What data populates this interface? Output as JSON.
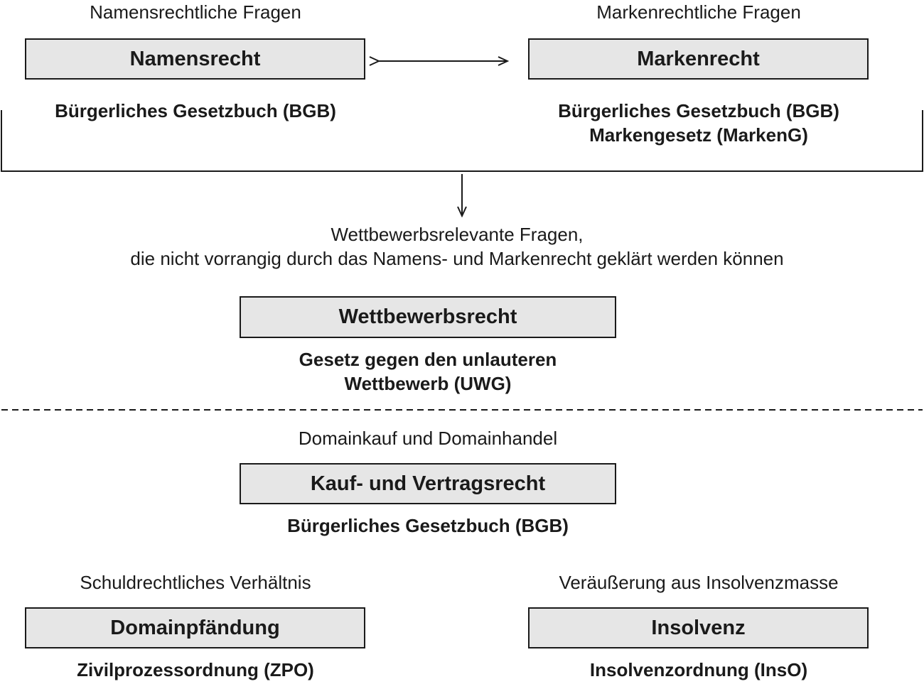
{
  "top": {
    "left": {
      "caption": "Namensrechtliche Fragen",
      "box": "Namensrecht",
      "law_lines": [
        "Bürgerliches Gesetzbuch (BGB)"
      ]
    },
    "right": {
      "caption": "Markenrechtliche Fragen",
      "box": "Markenrecht",
      "law_lines": [
        "Bürgerliches Gesetzbuch (BGB)",
        "Markengesetz (MarkenG)"
      ]
    }
  },
  "middle": {
    "caption_lines": [
      "Wettbewerbsrelevante Fragen,",
      "die nicht vorrangig durch das Namens- und Markenrecht geklärt werden können"
    ],
    "box": "Wettbewerbsrecht",
    "law_lines": [
      "Gesetz gegen den unlauteren",
      "Wettbewerb (UWG)"
    ]
  },
  "lower": {
    "caption": "Domainkauf und Domainhandel",
    "box": "Kauf- und Vertragsrecht",
    "law_lines": [
      "Bürgerliches Gesetzbuch (BGB)"
    ]
  },
  "bottom": {
    "left": {
      "caption": "Schuldrechtliches Verhältnis",
      "box": "Domainpfändung",
      "law_lines": [
        "Zivilprozessordnung (ZPO)"
      ]
    },
    "right": {
      "caption": "Veräußerung aus Insolvenzmasse",
      "box": "Insolvenz",
      "law_lines": [
        "Insolvenzordnung (InsO)"
      ]
    }
  }
}
